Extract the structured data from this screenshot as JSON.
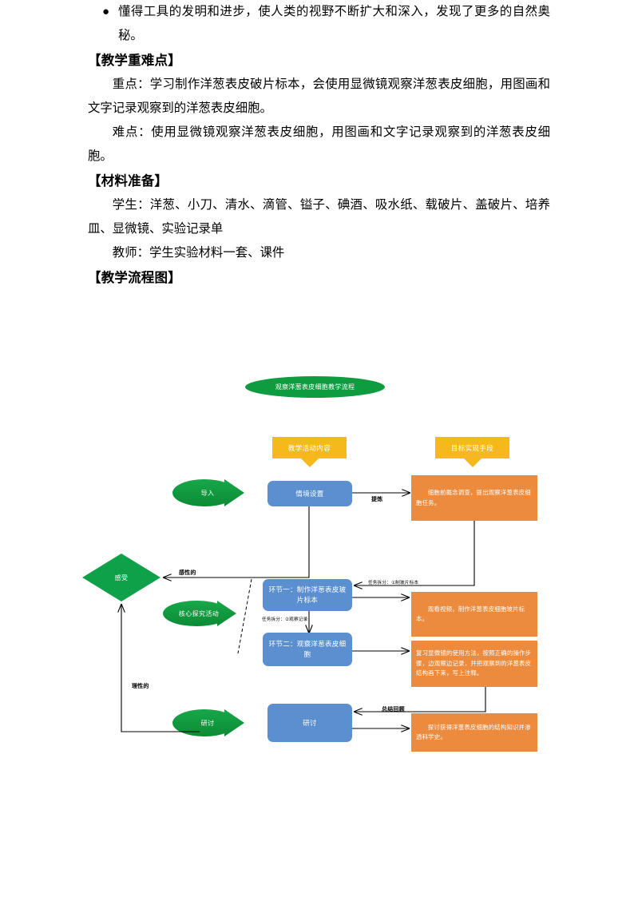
{
  "document": {
    "bullet": {
      "marker": "●",
      "text": "懂得工具的发明和进步，使人类的视野不断扩大和深入，发现了更多的自然奥秘。"
    },
    "sections": [
      {
        "heading": "【教学重难点】",
        "paragraphs": [
          "重点：学习制作洋葱表皮破片标本，会使用显微镜观察洋葱表皮细胞，用图画和文字记录观察到的洋葱表皮细胞。",
          "难点：使用显微镜观察洋葱表皮细胞，用图画和文字记录观察到的洋葱表皮细胞。"
        ]
      },
      {
        "heading": "【材料准备】",
        "paragraphs": [
          "学生：洋葱、小刀、清水、滴管、镒子、碘酒、吸水纸、载破片、盖破片、培养皿、显微镜、实验记录单",
          "教师：学生实验材料一套、课件"
        ]
      },
      {
        "heading": "【教学流程图】",
        "paragraphs": []
      }
    ]
  },
  "flowchart": {
    "title": "观察洋葱表皮细胞教学流程",
    "column_headers": [
      "教学活动内容",
      "目标实现手段"
    ],
    "stage_arrows": [
      "导入",
      "核心探究活动",
      "研讨"
    ],
    "decision": "感受",
    "activity_boxes": [
      "情境设置",
      "环节一：制作洋葱表皮玻片标本",
      "环节二：观察洋葱表皮细胞",
      "研讨"
    ],
    "means_boxes": [
      "细胞前概念调查，提出观察洋葱表皮细胞任务。",
      "观看视频，制作洋葱表皮细胞玻片标本。",
      "复习显微镜的使用方法，按照正确的操作步骤，边观察边记录，并把观察到的洋葱表皮结构画下来，写上注释。",
      "探讨获得洋葱表皮细胞的结构知识并渗透科学史。"
    ],
    "edge_labels": {
      "refine": "提炼",
      "perceptual": "感性的",
      "rational": "理性的",
      "summary": "总结回顾",
      "task_split_1": "任务拆分：①制玻片标本",
      "task_split_2": "任务拆分：②观察记录"
    },
    "colors": {
      "green": "#0f9b3f",
      "blue": "#5b8fd0",
      "orange": "#ec8b3e",
      "yellow": "#f5b91b"
    }
  }
}
